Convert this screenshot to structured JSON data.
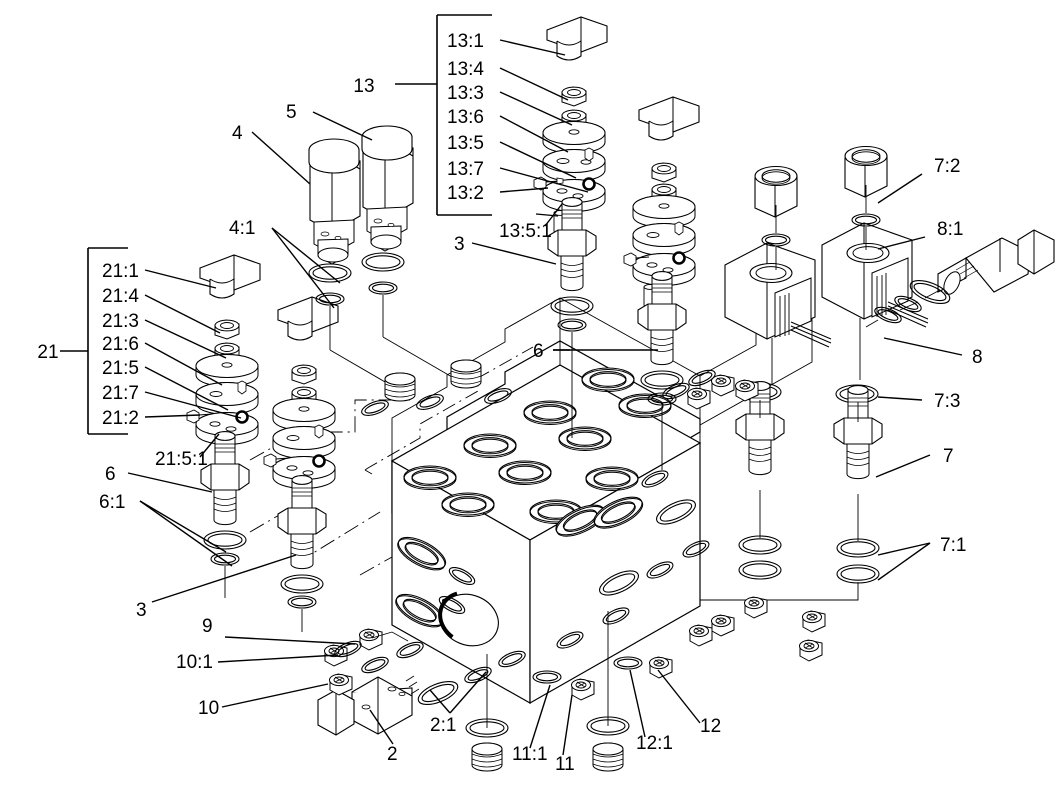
{
  "document": {
    "type": "exploded-view-parts-diagram",
    "subject": "hydraulic valve manifold assembly",
    "line_color": "#000000",
    "background_color": "#ffffff"
  },
  "callouts": {
    "group_13": {
      "group_label": "13",
      "items": [
        "13:1",
        "13:4",
        "13:3",
        "13:6",
        "13:5",
        "13:7",
        "13:2"
      ],
      "sub_item": "13:5:1"
    },
    "group_21": {
      "group_label": "21",
      "items": [
        "21:1",
        "21:4",
        "21:3",
        "21:6",
        "21:5",
        "21:7",
        "21:2"
      ],
      "sub_item": "21:5:1"
    },
    "left": [
      "4",
      "5",
      "4:1",
      "6",
      "6:1",
      "3"
    ],
    "center": [
      "3",
      "6"
    ],
    "right": [
      "7:2",
      "8:1",
      "8",
      "7:3",
      "7",
      "7:1"
    ],
    "bottom": [
      "9",
      "10:1",
      "10",
      "2",
      "2:1",
      "11:1",
      "11",
      "12:1",
      "12"
    ]
  },
  "labels": {
    "n2": "2",
    "n2_1": "2:1",
    "n3": "3",
    "n3b": "3",
    "n4": "4",
    "n4_1": "4:1",
    "n5": "5",
    "n6": "6",
    "n6b": "6",
    "n6_1": "6:1",
    "n7": "7",
    "n7_1": "7:1",
    "n7_2": "7:2",
    "n7_3": "7:3",
    "n8": "8",
    "n8_1": "8:1",
    "n9": "9",
    "n10": "10",
    "n10_1": "10:1",
    "n11": "11",
    "n11_1": "11:1",
    "n12": "12",
    "n12_1": "12:1",
    "n13": "13",
    "n13_1": "13:1",
    "n13_2": "13:2",
    "n13_3": "13:3",
    "n13_4": "13:4",
    "n13_5": "13:5",
    "n13_5_1": "13:5:1",
    "n13_6": "13:6",
    "n13_7": "13:7",
    "n21": "21",
    "n21_1": "21:1",
    "n21_2": "21:2",
    "n21_3": "21:3",
    "n21_4": "21:4",
    "n21_5": "21:5",
    "n21_5_1": "21:5:1",
    "n21_6": "21:6",
    "n21_7": "21:7"
  }
}
